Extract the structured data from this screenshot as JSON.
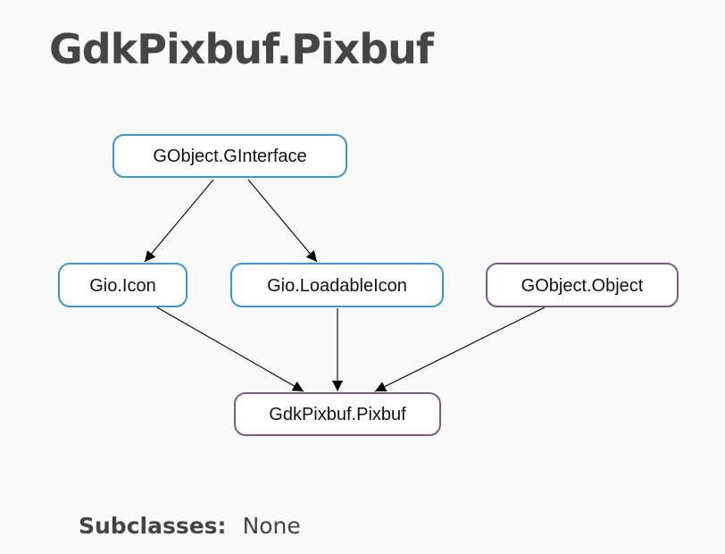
{
  "page": {
    "title": "GdkPixbuf.Pixbuf"
  },
  "diagram": {
    "nodes": {
      "ginterface": {
        "label": "GObject.GInterface",
        "kind": "interface"
      },
      "icon": {
        "label": "Gio.Icon",
        "kind": "interface"
      },
      "loadable_icon": {
        "label": "Gio.LoadableIcon",
        "kind": "interface"
      },
      "gobject": {
        "label": "GObject.Object",
        "kind": "class"
      },
      "pixbuf": {
        "label": "GdkPixbuf.Pixbuf",
        "kind": "class"
      }
    },
    "edges": [
      {
        "from": "GObject.GInterface",
        "to": "Gio.Icon"
      },
      {
        "from": "GObject.GInterface",
        "to": "Gio.LoadableIcon"
      },
      {
        "from": "Gio.Icon",
        "to": "GdkPixbuf.Pixbuf"
      },
      {
        "from": "Gio.LoadableIcon",
        "to": "GdkPixbuf.Pixbuf"
      },
      {
        "from": "GObject.Object",
        "to": "GdkPixbuf.Pixbuf"
      }
    ],
    "colors": {
      "interface_border": "#3d96cc",
      "class_border": "#7b5a87"
    }
  },
  "subclasses": {
    "label": "Subclasses:",
    "value": "None"
  }
}
